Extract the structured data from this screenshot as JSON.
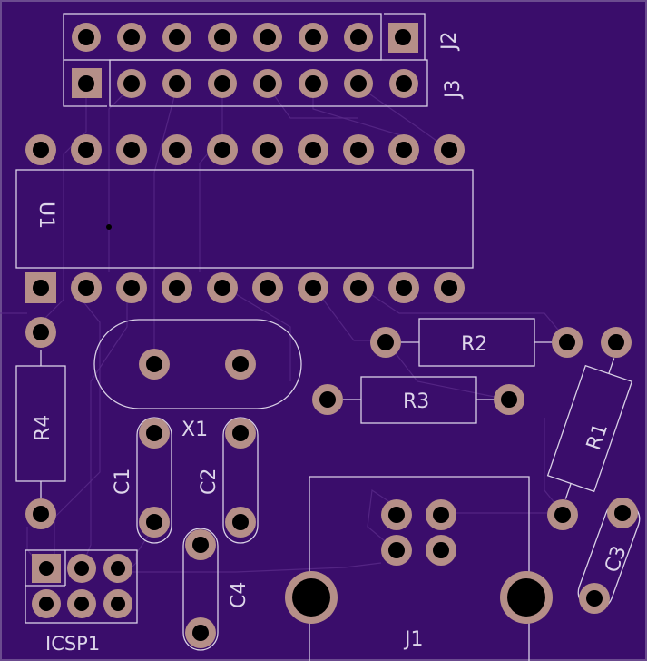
{
  "colors": {
    "board": "#3a0d6b",
    "silkscreen": "#d9d0e6",
    "pad_copper": "#b58f88",
    "drill": "#000000"
  },
  "labels": {
    "j2": "J2",
    "j3": "J3",
    "u1": "U1",
    "r2": "R2",
    "r3": "R3",
    "r4": "R4",
    "r1": "R1",
    "x1": "X1",
    "c1": "C1",
    "c2": "C2",
    "c3": "C3",
    "c4": "C4",
    "icsp1": "ICSP1",
    "j1": "J1"
  }
}
